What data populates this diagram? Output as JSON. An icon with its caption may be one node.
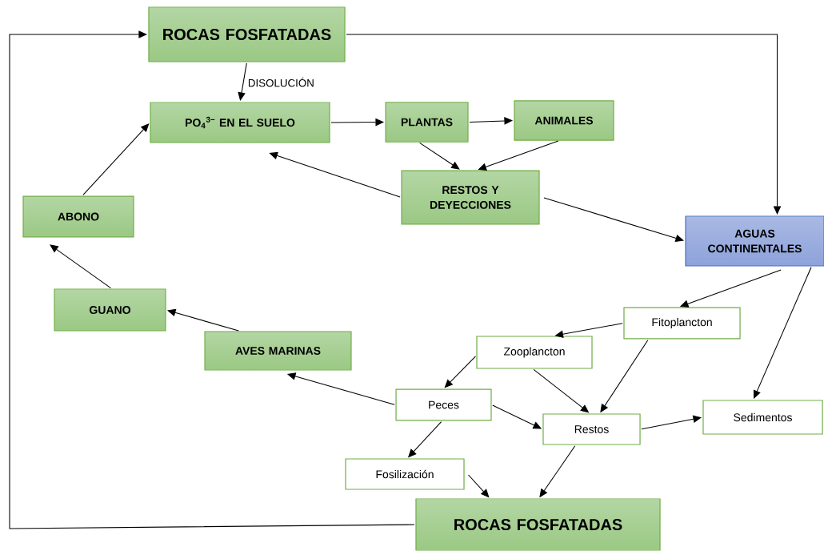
{
  "diagram": {
    "nodes": [
      {
        "text": [
          "ROCAS FOSFATADAS"
        ]
      },
      {
        "text": [
          "PO$_{4}$$^{3−}$ EN EL SUELO"
        ]
      },
      {
        "text": [
          "PLANTAS"
        ]
      },
      {
        "text": [
          "ANIMALES"
        ]
      },
      {
        "text": [
          "RESTOS Y DEYECCIONES"
        ]
      },
      {
        "text": [
          "AGUAS CONTINENTALES"
        ]
      },
      {
        "text": [
          "ABONO"
        ]
      },
      {
        "text": [
          "GUANO"
        ]
      },
      {
        "text": [
          "AVES MARINAS"
        ]
      },
      {
        "text": [
          "Fitoplancton"
        ]
      },
      {
        "text": [
          "Zooplancton"
        ]
      },
      {
        "text": [
          "Peces"
        ]
      },
      {
        "text": [
          "Restos"
        ]
      },
      {
        "text": [
          "Sedimentos"
        ]
      },
      {
        "text": [
          "Fosilización"
        ]
      },
      {
        "text": [
          "ROCAS FOSFATADAS"
        ]
      }
    ],
    "edges": [
      {
        "from": 0,
        "to": 1,
        "arrow": "to",
        "label": "DISOLUCIÓN"
      },
      {
        "from": 0,
        "to": 5,
        "arrow": "to"
      },
      {
        "from": 1,
        "to": 2,
        "arrow": "to"
      },
      {
        "from": 2,
        "to": 3,
        "arrow": "to"
      },
      {
        "from": 2,
        "to": 4,
        "arrow": "to"
      },
      {
        "from": 3,
        "to": 4,
        "arrow": "to"
      },
      {
        "from": 4,
        "to": 1,
        "arrow": "to"
      },
      {
        "from": 4,
        "to": 5,
        "arrow": "to"
      },
      {
        "from": 6,
        "to": 1,
        "arrow": "to"
      },
      {
        "from": 7,
        "to": 6,
        "arrow": "to"
      },
      {
        "from": 8,
        "to": 7,
        "arrow": "to"
      },
      {
        "from": 11,
        "to": 8,
        "arrow": "to"
      },
      {
        "from": 5,
        "to": 9,
        "arrow": "to"
      },
      {
        "from": 5,
        "to": 13,
        "arrow": "to"
      },
      {
        "from": 9,
        "to": 10,
        "arrow": "to"
      },
      {
        "from": 9,
        "to": 12,
        "arrow": "to"
      },
      {
        "from": 10,
        "to": 11,
        "arrow": "to"
      },
      {
        "from": 10,
        "to": 12,
        "arrow": "to"
      },
      {
        "from": 11,
        "to": 12,
        "arrow": "to"
      },
      {
        "from": 11,
        "to": 14,
        "arrow": "to"
      },
      {
        "from": 12,
        "to": 13,
        "arrow": "to"
      },
      {
        "from": 14,
        "to": 15,
        "arrow": "to"
      },
      {
        "from": 12,
        "to": 15,
        "arrow": "to"
      },
      {
        "from": 15,
        "to": 0,
        "arrow": "to"
      }
    ]
  }
}
